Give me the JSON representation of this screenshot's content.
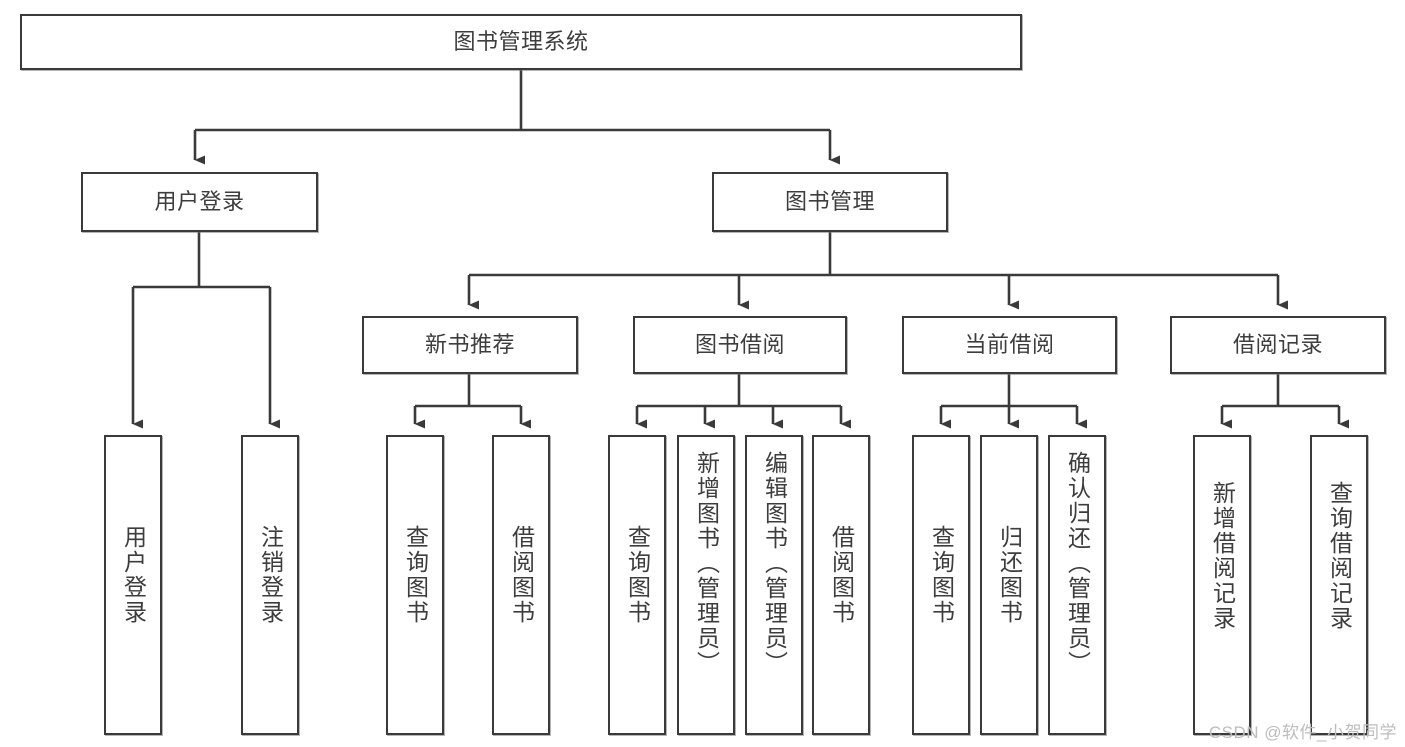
{
  "diagram": {
    "title": "图书管理系统",
    "type": "tree-hierarchy",
    "root": {
      "label": "图书管理系统"
    },
    "level2": [
      {
        "label": "用户登录"
      },
      {
        "label": "图书管理"
      }
    ],
    "level3": [
      {
        "label": "新书推荐"
      },
      {
        "label": "图书借阅"
      },
      {
        "label": "当前借阅"
      },
      {
        "label": "借阅记录"
      }
    ],
    "leaves": {
      "user_login": [
        {
          "label": "用户登录"
        },
        {
          "label": "注销登录"
        }
      ],
      "new_book_recommend": [
        {
          "label": "查询图书"
        },
        {
          "label": "借阅图书"
        }
      ],
      "book_borrow": [
        {
          "label": "查询图书"
        },
        {
          "label": "新增图书（管理员）"
        },
        {
          "label": "编辑图书（管理员）"
        },
        {
          "label": "借阅图书"
        }
      ],
      "current_borrow": [
        {
          "label": "查询图书"
        },
        {
          "label": "归还图书"
        },
        {
          "label": "确认归还（管理员）"
        }
      ],
      "borrow_record": [
        {
          "label": "新增借阅记录"
        },
        {
          "label": "查询借阅记录"
        }
      ]
    }
  },
  "watermark": {
    "text": "CSDN @软件_小贺同学"
  },
  "colors": {
    "border": "#3a3a3a",
    "text": "#3d3d3d",
    "background": "#ffffff",
    "watermark": "#bdbdbd"
  }
}
